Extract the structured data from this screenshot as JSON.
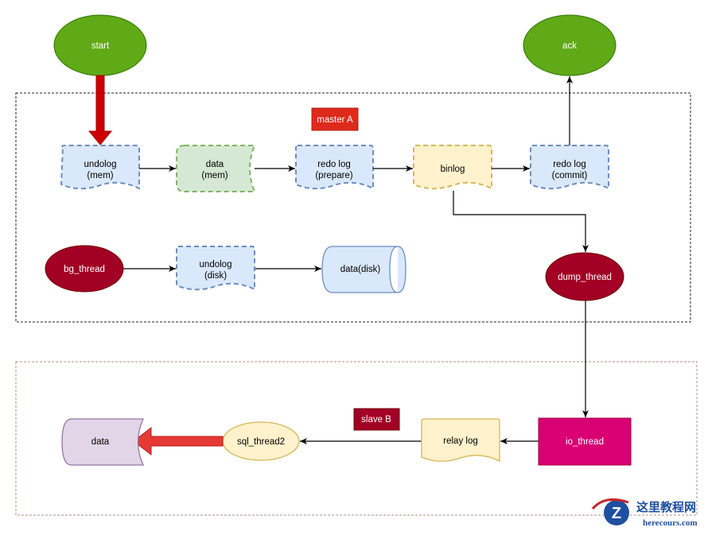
{
  "groups": {
    "master": {
      "label": "master A",
      "color": "#dd2a1b"
    },
    "slave": {
      "label": "slave B",
      "color": "#a20025"
    }
  },
  "nodes": {
    "start": "start",
    "ack": "ack",
    "undolog_mem": [
      "undolog",
      "(mem)"
    ],
    "data_mem": [
      "data",
      "(mem)"
    ],
    "redo_prepare": [
      "redo log",
      "(prepare)"
    ],
    "binlog": "binlog",
    "redo_commit": [
      "redo log",
      "(commit)"
    ],
    "bg_thread": "bg_thread",
    "undolog_disk": [
      "undolog",
      "(disk)"
    ],
    "data_disk": "data(disk)",
    "dump_thread": "dump_thread",
    "io_thread": "io_thread",
    "relay_log": "relay log",
    "sql_thread2": "sql_thread2",
    "data": "data"
  },
  "colors": {
    "green": "#60a917",
    "blue_fill": "#dae8fc",
    "green_fill": "#d5e8d4",
    "yellow_fill": "#fff2cc",
    "dark_red": "#a20025",
    "magenta": "#d80073",
    "purple_fill": "#e1d5e7",
    "arrow_red": "#cc0000"
  },
  "watermark": {
    "name": "这里教程网",
    "url": "herecours.com"
  }
}
